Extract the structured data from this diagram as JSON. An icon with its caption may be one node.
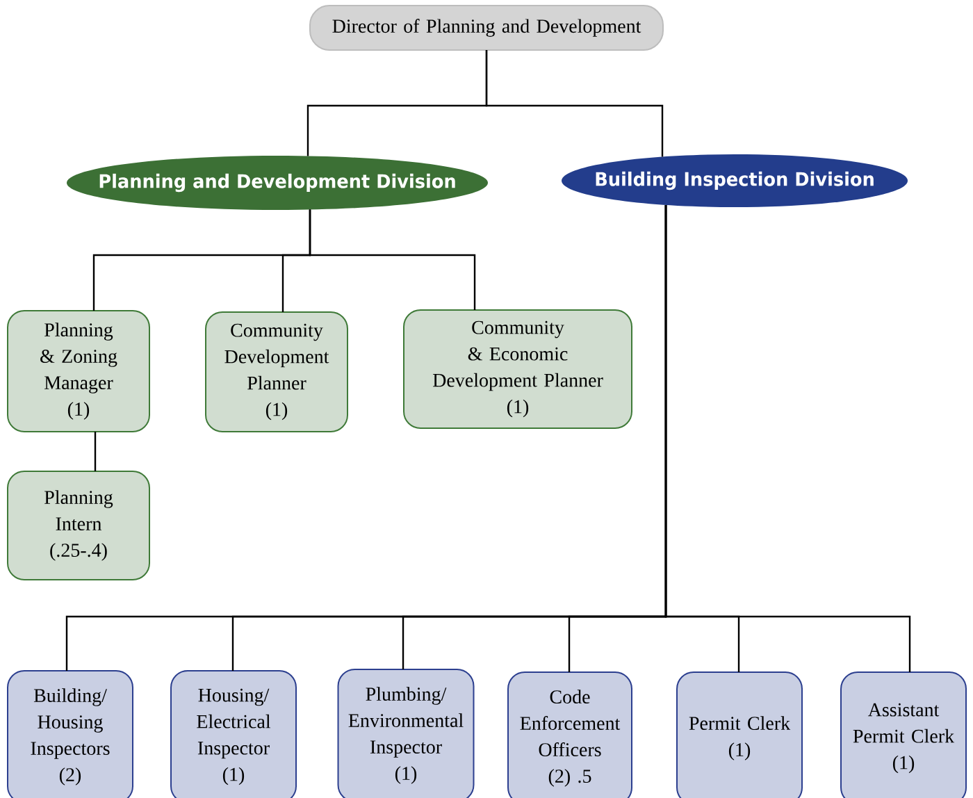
{
  "diagram": {
    "nodes": [
      {
        "text": [
          "Director of Planning and Development"
        ]
      },
      {
        "text": [
          "Planning and Development Division"
        ]
      },
      {
        "text": [
          "Building Inspection Division"
        ]
      },
      {
        "text": [
          "Planning & Zoning Manager",
          "(1)"
        ]
      },
      {
        "text": [
          "Community Development Planner",
          "(1)"
        ]
      },
      {
        "text": [
          "Community & Economic Development Planner",
          "(1)"
        ]
      },
      {
        "text": [
          "Planning Intern",
          "(.25-.4)"
        ]
      },
      {
        "text": [
          "Building/ Housing Inspectors",
          "(2)"
        ]
      },
      {
        "text": [
          "Housing/ Electrical Inspector",
          "(1)"
        ]
      },
      {
        "text": [
          "Plumbing/ Environmental Inspector",
          "(1)"
        ]
      },
      {
        "text": [
          "Code Enforcement Officers",
          "(2) .5"
        ]
      },
      {
        "text": [
          "Permit Clerk",
          "(1)"
        ]
      },
      {
        "text": [
          "Assistant Permit Clerk",
          "(1)"
        ]
      }
    ],
    "edges": [
      {
        "from": 0,
        "to": 1,
        "arrow": "none"
      },
      {
        "from": 0,
        "to": 2,
        "arrow": "none"
      },
      {
        "from": 1,
        "to": 3,
        "arrow": "none"
      },
      {
        "from": 1,
        "to": 4,
        "arrow": "none"
      },
      {
        "from": 1,
        "to": 5,
        "arrow": "none"
      },
      {
        "from": 3,
        "to": 6,
        "arrow": "none"
      },
      {
        "from": 2,
        "to": 7,
        "arrow": "none"
      },
      {
        "from": 2,
        "to": 8,
        "arrow": "none"
      },
      {
        "from": 2,
        "to": 9,
        "arrow": "none"
      },
      {
        "from": 2,
        "to": 10,
        "arrow": "none"
      },
      {
        "from": 2,
        "to": 11,
        "arrow": "none"
      },
      {
        "from": 2,
        "to": 12,
        "arrow": "none"
      }
    ]
  }
}
